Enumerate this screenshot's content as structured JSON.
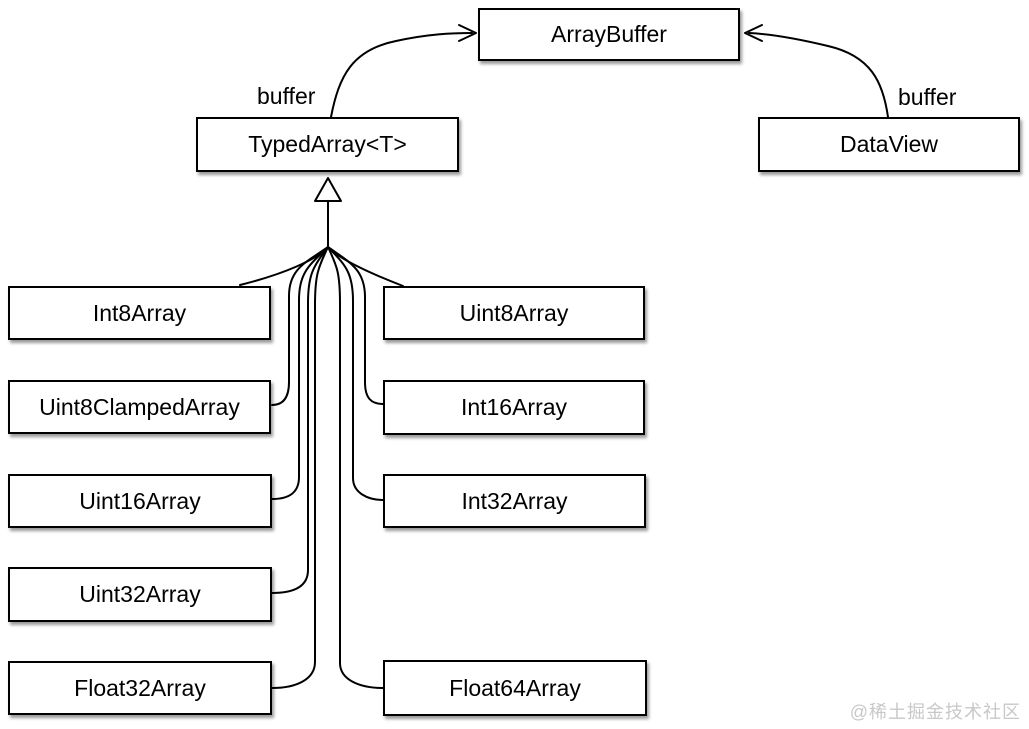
{
  "diagram": {
    "nodes": {
      "arraybuffer": {
        "label": "ArrayBuffer"
      },
      "typedarray": {
        "label": "TypedArray<T>"
      },
      "dataview": {
        "label": "DataView"
      },
      "int8array": {
        "label": "Int8Array"
      },
      "uint8array": {
        "label": "Uint8Array"
      },
      "uint8clampedarray": {
        "label": "Uint8ClampedArray"
      },
      "int16array": {
        "label": "Int16Array"
      },
      "uint16array": {
        "label": "Uint16Array"
      },
      "int32array": {
        "label": "Int32Array"
      },
      "uint32array": {
        "label": "Uint32Array"
      },
      "float32array": {
        "label": "Float32Array"
      },
      "float64array": {
        "label": "Float64Array"
      }
    },
    "edge_labels": {
      "typedarray_buffer": "buffer",
      "dataview_buffer": "buffer"
    },
    "edges": [
      {
        "from": "TypedArray<T>",
        "to": "ArrayBuffer",
        "type": "arrow",
        "label": "buffer"
      },
      {
        "from": "DataView",
        "to": "ArrayBuffer",
        "type": "arrow",
        "label": "buffer"
      },
      {
        "from": "Int8Array",
        "to": "TypedArray<T>",
        "type": "generalization",
        "label": ""
      },
      {
        "from": "Uint8Array",
        "to": "TypedArray<T>",
        "type": "generalization",
        "label": ""
      },
      {
        "from": "Uint8ClampedArray",
        "to": "TypedArray<T>",
        "type": "generalization",
        "label": ""
      },
      {
        "from": "Int16Array",
        "to": "TypedArray<T>",
        "type": "generalization",
        "label": ""
      },
      {
        "from": "Uint16Array",
        "to": "TypedArray<T>",
        "type": "generalization",
        "label": ""
      },
      {
        "from": "Int32Array",
        "to": "TypedArray<T>",
        "type": "generalization",
        "label": ""
      },
      {
        "from": "Uint32Array",
        "to": "TypedArray<T>",
        "type": "generalization",
        "label": ""
      },
      {
        "from": "Float32Array",
        "to": "TypedArray<T>",
        "type": "generalization",
        "label": ""
      },
      {
        "from": "Float64Array",
        "to": "TypedArray<T>",
        "type": "generalization",
        "label": ""
      }
    ],
    "watermark": "@稀土掘金技术社区",
    "colors": {
      "stroke": "#000000",
      "box_fill": "#ffffff",
      "background": "#ffffff",
      "watermark": "#c8c8c8"
    }
  }
}
